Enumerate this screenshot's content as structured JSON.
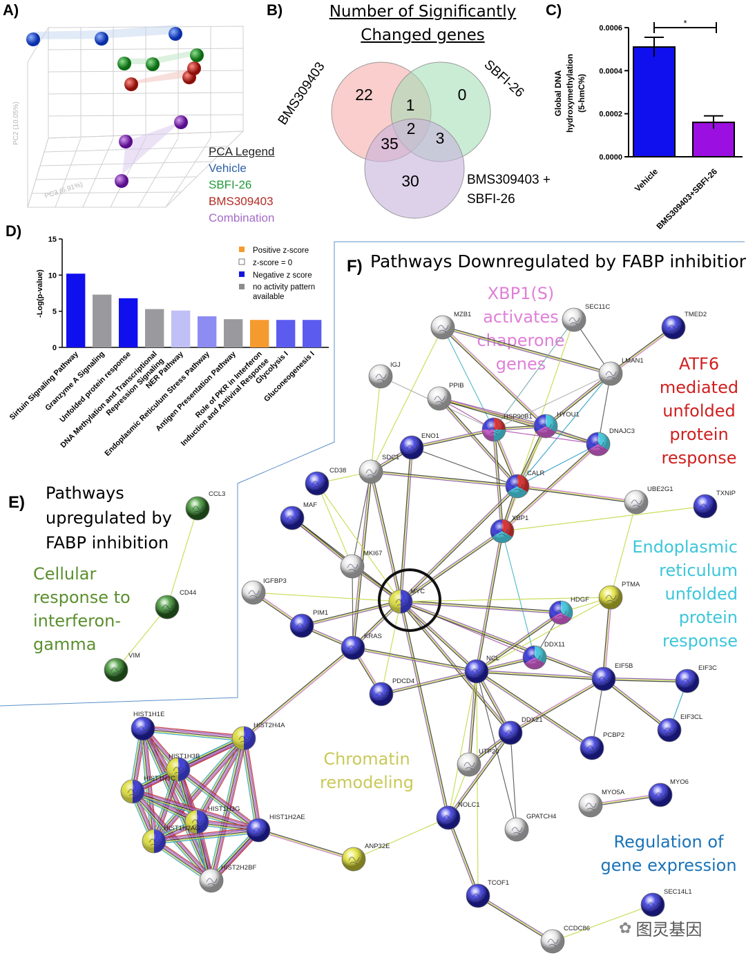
{
  "panels": {
    "A": {
      "letter": "A)",
      "axis_pc2": "PC2 (10.05%)",
      "axis_pc3": "PC3 (6.91%)",
      "legend_title": "PCA Legend",
      "legend": [
        {
          "label": "Vehicle",
          "color": "#2e5fa6"
        },
        {
          "label": "SBFI-26",
          "color": "#1f9a3a"
        },
        {
          "label": "BMS309403",
          "color": "#b22a22"
        },
        {
          "label": "Combination",
          "color": "#a56cc8"
        }
      ]
    },
    "B": {
      "letter": "B)",
      "title_line1": "Number of Significantly",
      "title_line2": "Changed genes",
      "set_bms": "BMS309403",
      "set_sbfi": "SBFI-26",
      "set_combo_line1": "BMS309403 +",
      "set_combo_line2": "SBFI-26",
      "counts": {
        "bms_only": "22",
        "sbfi_only": "0",
        "combo_only": "30",
        "bms_sbfi": "1",
        "all": "2",
        "bms_combo": "35",
        "sbfi_combo": "3"
      }
    },
    "C": {
      "letter": "C)",
      "ylabel_line1": "Global DNA",
      "ylabel_line2": "hydroxymethylation",
      "ylabel_line3": "(5-hmC%)",
      "significance": "*"
    },
    "D": {
      "letter": "D)",
      "ylabel": "-Log(p-value)",
      "legend": [
        {
          "label": "Positive z-score",
          "color": "#f59a2e"
        },
        {
          "label": "z-score = 0",
          "color": "#ffffff"
        },
        {
          "label": "Negative z score",
          "color": "#1414dc"
        },
        {
          "label": "no activity pattern",
          "color": "#8c8c8c"
        },
        {
          "label": "available",
          "color": ""
        }
      ]
    },
    "E": {
      "letter": "E)",
      "title_lines": [
        "Pathways",
        "upregulated by",
        "FABP inhibition"
      ],
      "category_lines": [
        "Cellular",
        "response to",
        "interferon-",
        "gamma"
      ]
    },
    "F": {
      "letter": "F)",
      "title": "Pathways Downregulated by FABP inhibition",
      "categories": {
        "xbp1": [
          "XBP1(S)",
          "activates",
          "chaperone",
          "genes"
        ],
        "atf6": [
          "ATF6",
          "mediated",
          "unfolded",
          "protein",
          "response"
        ],
        "er": [
          "Endoplasmic",
          "reticulum",
          "unfolded",
          "protein",
          "response"
        ],
        "chromatin": [
          "Chromatin",
          "remodeling"
        ],
        "regulation": [
          "Regulation of",
          "gene expression"
        ]
      }
    }
  },
  "watermark": "图灵基因",
  "chart_data": [
    {
      "type": "bar",
      "panel": "C",
      "categories": [
        "Vehicle",
        "BMS309403+SBFI-26"
      ],
      "values": [
        0.00051,
        0.00016
      ],
      "errors": [
        4.5e-05,
        3e-05
      ],
      "colors": [
        "#1010ee",
        "#9b10e0"
      ],
      "yticks": [
        "0.0000",
        "0.0002",
        "0.0004",
        "0.0006"
      ],
      "ylim": [
        0,
        0.0006
      ]
    },
    {
      "type": "bar",
      "panel": "D",
      "categories": [
        "Sirtuin Signaling Pathway",
        "Granzyme A Signaling",
        "Unfolded protein response",
        "DNA Methylation and Transcriptional Repression Signaling",
        "NER Pathway",
        "Endoplasmic Reticulum Stress Pathway",
        "Antigen Presentation Pathway",
        "Role of PKR in Interferon Induction and Antiviral Response",
        "Glycolysis I",
        "Gluconeogenesis I"
      ],
      "values": [
        10.2,
        7.3,
        6.8,
        5.3,
        5.1,
        4.3,
        3.9,
        3.8,
        3.8,
        3.8
      ],
      "colors": [
        "#1010ee",
        "#9a9a9e",
        "#1010ee",
        "#9a9a9e",
        "#c0c0f6",
        "#8c8cf3",
        "#9a9a9e",
        "#f59a2e",
        "#5b5bf0",
        "#5b5bf0"
      ],
      "yticks": [
        "0",
        "5",
        "10",
        "15"
      ],
      "ylim": [
        0,
        15
      ]
    }
  ],
  "network": {
    "nodes": [
      {
        "id": "MZB1",
        "c": "w"
      },
      {
        "id": "SEC11C",
        "c": "w"
      },
      {
        "id": "TMED2",
        "c": "b"
      },
      {
        "id": "IGJ",
        "c": "w"
      },
      {
        "id": "PPIB",
        "c": "w"
      },
      {
        "id": "LMAN1",
        "c": "w"
      },
      {
        "id": "HSP90B1",
        "c": "mix4"
      },
      {
        "id": "HYOU1",
        "c": "mix2"
      },
      {
        "id": "DNAJC3",
        "c": "mix2"
      },
      {
        "id": "ENO1",
        "c": "b"
      },
      {
        "id": "SDC1",
        "c": "w"
      },
      {
        "id": "CALR",
        "c": "mix3"
      },
      {
        "id": "CD38",
        "c": "b"
      },
      {
        "id": "UBE2G1",
        "c": "w"
      },
      {
        "id": "TXNIP",
        "c": "b"
      },
      {
        "id": "MAF",
        "c": "b"
      },
      {
        "id": "XBP1",
        "c": "mix3"
      },
      {
        "id": "MKI67",
        "c": "w"
      },
      {
        "id": "IGFBP3",
        "c": "w"
      },
      {
        "id": "MYC",
        "c": "by"
      },
      {
        "id": "PTMA",
        "c": "y"
      },
      {
        "id": "HDGF",
        "c": "mix2"
      },
      {
        "id": "PIM1",
        "c": "b"
      },
      {
        "id": "KRAS",
        "c": "b"
      },
      {
        "id": "DDX11",
        "c": "mix2"
      },
      {
        "id": "NCL",
        "c": "b"
      },
      {
        "id": "EIF5B",
        "c": "b"
      },
      {
        "id": "EIF3C",
        "c": "b"
      },
      {
        "id": "PDCD4",
        "c": "b"
      },
      {
        "id": "DDX21",
        "c": "b"
      },
      {
        "id": "EIF3CL",
        "c": "b"
      },
      {
        "id": "PCBP2",
        "c": "b"
      },
      {
        "id": "HIST1H1E",
        "c": "b"
      },
      {
        "id": "HIST2H4A",
        "c": "by"
      },
      {
        "id": "HIST1H3B",
        "c": "by"
      },
      {
        "id": "HIST1H3C",
        "c": "by"
      },
      {
        "id": "UTP20",
        "c": "w"
      },
      {
        "id": "HIST1H3G",
        "c": "by"
      },
      {
        "id": "HIST1H2AG",
        "c": "by"
      },
      {
        "id": "HIST1H2AE",
        "c": "b"
      },
      {
        "id": "NOLC1",
        "c": "b"
      },
      {
        "id": "GPATCH4",
        "c": "w"
      },
      {
        "id": "MYO5A",
        "c": "w"
      },
      {
        "id": "MYO6",
        "c": "b"
      },
      {
        "id": "ANP32E",
        "c": "y"
      },
      {
        "id": "HIST2H2BF",
        "c": "w"
      },
      {
        "id": "TCOF1",
        "c": "b"
      },
      {
        "id": "SEC14L1",
        "c": "b"
      },
      {
        "id": "CCDC86",
        "c": "w"
      },
      {
        "id": "CCL3",
        "c": "g"
      },
      {
        "id": "CD44",
        "c": "g"
      },
      {
        "id": "VIM",
        "c": "g"
      }
    ]
  }
}
